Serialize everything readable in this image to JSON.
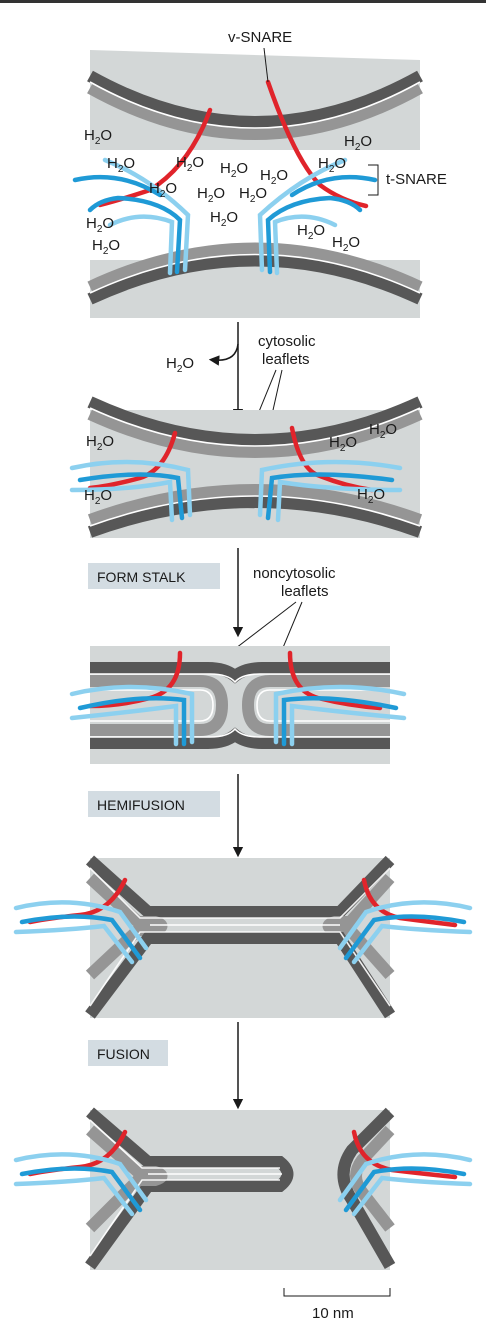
{
  "labels": {
    "v_snare": "v-SNARE",
    "t_snare": "t-SNARE",
    "water": "H2O",
    "cytosolic": [
      "cytosolic",
      "leaflets"
    ],
    "noncytosolic": [
      "noncytosolic",
      "leaflets"
    ],
    "scale": "10 nm"
  },
  "stages": [
    {
      "id": "form-stalk",
      "label": "FORM STALK"
    },
    {
      "id": "hemifusion",
      "label": "HEMIFUSION"
    },
    {
      "id": "fusion",
      "label": "FUSION"
    }
  ],
  "colors": {
    "top_line": "#333333",
    "background_panel": "#d3d7d7",
    "membrane_dark": "#575757",
    "membrane_light": "#959595",
    "leaflet_gap": "#ffffff",
    "v_snare": "#e0242b",
    "t_snare_dark": "#1f9ad6",
    "t_snare_light": "#8cd0ef",
    "stage_box": "#d3dce2",
    "arrow": "#1a1a1a"
  }
}
